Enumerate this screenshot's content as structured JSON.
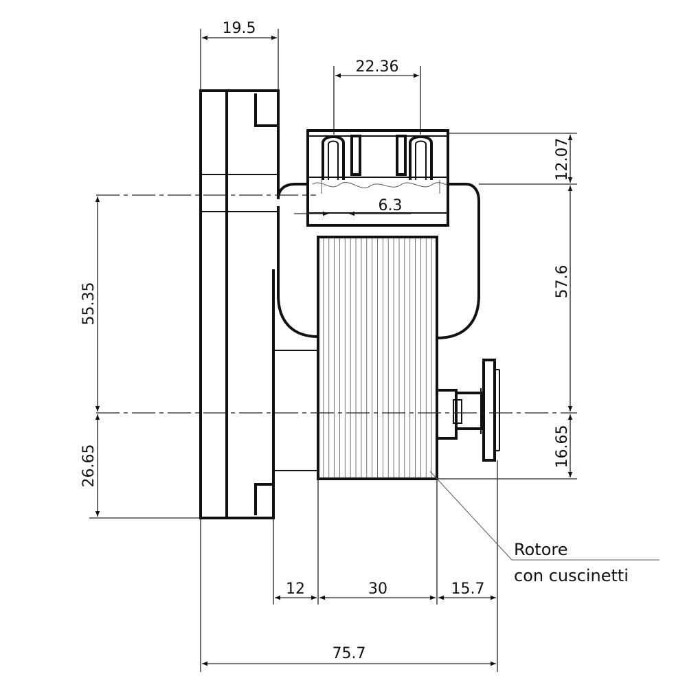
{
  "dimensions": {
    "top_width": "19.5",
    "terminal_spacing": "22.36",
    "terminal_height": "12.07",
    "terminal_width": "6.3",
    "upper_height": "55.35",
    "lower_height": "26.65",
    "center_to_top": "57.6",
    "center_to_bottom": "16.65",
    "flange_depth": "12",
    "rotor_length": "30",
    "shaft_length": "15.7",
    "overall_length": "75.7"
  },
  "annotation": {
    "line1": "Rotore",
    "line2": "con  cuscinetti"
  }
}
